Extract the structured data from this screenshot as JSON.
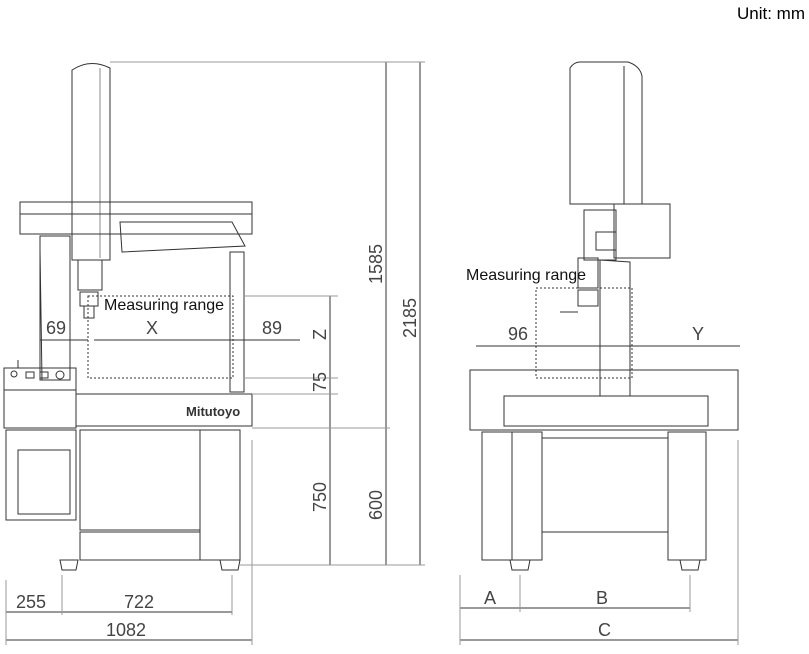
{
  "unit_label": "Unit: mm",
  "brand": "Mitutoyo",
  "front_view": {
    "measuring_range_label": "Measuring range",
    "dims": {
      "x_axis": "X",
      "x_left": "69",
      "x_right": "89",
      "z_axis": "Z",
      "z_offset": "75",
      "column_height": "1585",
      "total_height": "2185",
      "table_height": "750",
      "base_height": "600",
      "left_offset": "255",
      "foot_span": "722",
      "total_width": "1082"
    }
  },
  "side_view": {
    "measuring_range_label": "Measuring range",
    "dims": {
      "y_axis": "Y",
      "y_offset": "96",
      "a": "A",
      "b": "B",
      "c": "C"
    }
  }
}
